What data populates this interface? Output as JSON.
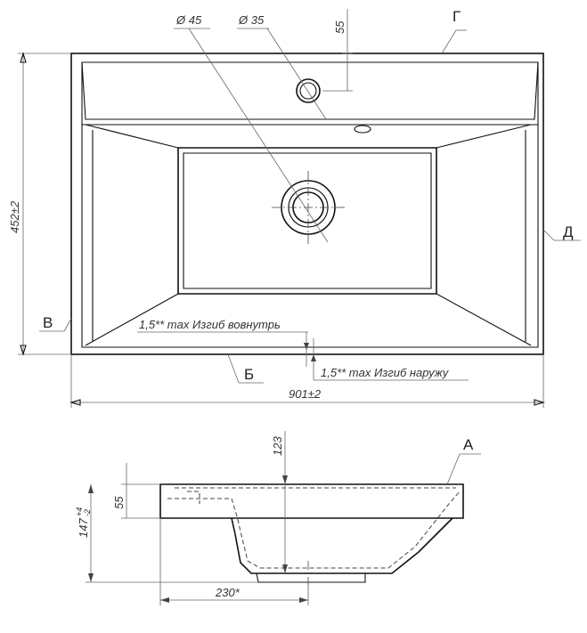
{
  "top_view": {
    "dims": {
      "hole_large": "Ø 45",
      "hole_small": "Ø 35",
      "offset_55": "55",
      "height": "452±2",
      "width": "901±2"
    },
    "notes": {
      "bend_inward": "1,5** max Изгиб вовнутрь",
      "bend_outward": "1,5** max Изгиб наружу"
    },
    "callouts": {
      "g": "Г",
      "d": "Д",
      "v": "В",
      "b": "Б"
    }
  },
  "side_view": {
    "dims": {
      "depth_123": "123",
      "rim_55": "55",
      "total_147": "147",
      "total_147_tol_upper": "+4",
      "total_147_tol_lower": "-2",
      "drain_230": "230*"
    },
    "callouts": {
      "a": "А"
    }
  }
}
